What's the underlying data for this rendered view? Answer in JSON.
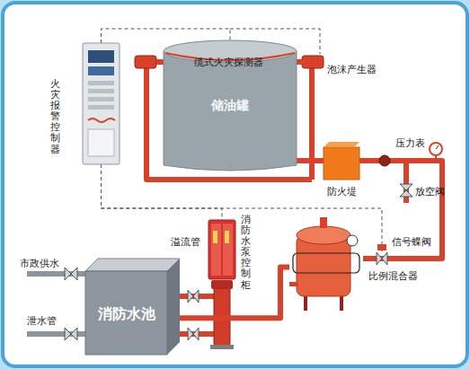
{
  "diagram": {
    "nodes": [
      {
        "text": [
          "火灾报警控制器"
        ]
      },
      {
        "text": [
          "储油罐"
        ]
      },
      {
        "text": [
          "防火堤"
        ]
      },
      {
        "text": [
          "消防水泵控制柜"
        ]
      },
      {
        "text": [
          "消防水池"
        ]
      },
      {
        "text": [
          "比例混合器"
        ]
      }
    ],
    "edges": [
      {
        "from": 4,
        "to": 5,
        "arrow": "none"
      },
      {
        "from": 5,
        "to": 2,
        "arrow": "none"
      },
      {
        "from": 2,
        "to": 1,
        "arrow": "none"
      },
      {
        "from": 0,
        "to": 1,
        "arrow": "none"
      },
      {
        "from": 0,
        "to": 3,
        "arrow": "none"
      }
    ],
    "labels": [
      "缆式火灾探测器",
      "泡沫产生器",
      "压力表",
      "放空阀",
      "信号蝶阀",
      "市政供水",
      "溢流管",
      "泄水管"
    ]
  }
}
